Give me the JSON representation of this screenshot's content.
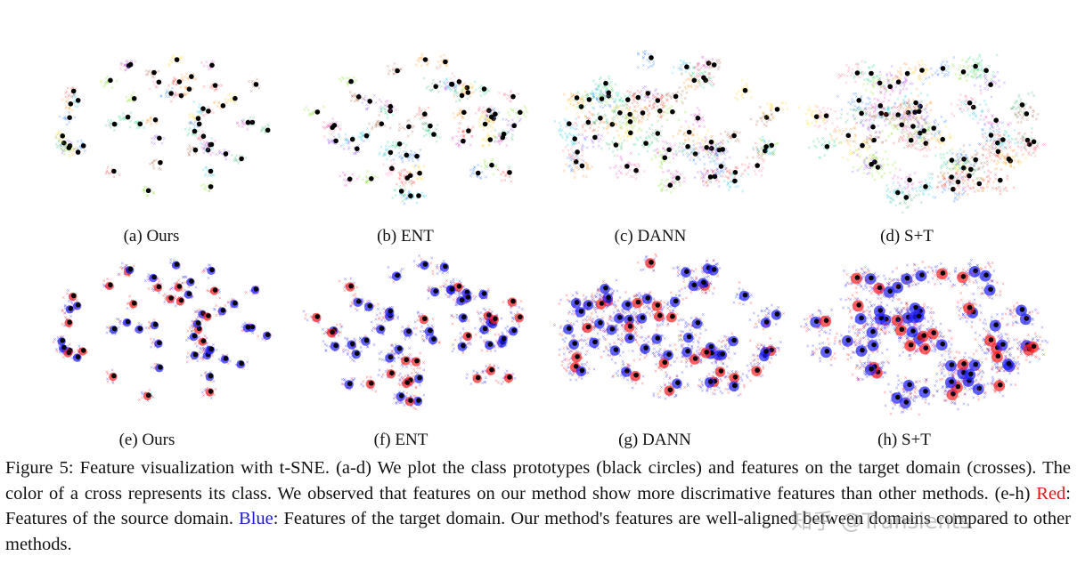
{
  "figure": {
    "panels": [
      {
        "label": "(a) Ours",
        "mode": "class",
        "spread": 0.35,
        "clusters": 52
      },
      {
        "label": "(b) ENT",
        "mode": "class",
        "spread": 0.55,
        "clusters": 58
      },
      {
        "label": "(c) DANN",
        "mode": "class",
        "spread": 0.9,
        "clusters": 66
      },
      {
        "label": "(d) S+T",
        "mode": "class",
        "spread": 1.2,
        "clusters": 70
      },
      {
        "label": "(e) Ours",
        "mode": "domain",
        "spread": 0.35,
        "clusters": 52
      },
      {
        "label": "(f) ENT",
        "mode": "domain",
        "spread": 0.6,
        "clusters": 58
      },
      {
        "label": "(g) DANN",
        "mode": "domain",
        "spread": 0.9,
        "clusters": 66
      },
      {
        "label": "(h) S+T",
        "mode": "domain",
        "spread": 1.2,
        "clusters": 70
      }
    ],
    "colors": {
      "prototype": "#000000",
      "source": "#ff2020",
      "target": "#2020ff",
      "class_palette": [
        "#ff3030",
        "#ff8c1a",
        "#ffd21a",
        "#7ee01a",
        "#1ad67e",
        "#1ac8e0",
        "#1a6eff",
        "#8a3cff",
        "#e03cc8",
        "#ff6f91",
        "#a0522d",
        "#3cb371"
      ]
    },
    "caption": {
      "lead": "Figure 5: Feature visualization with t-SNE. (a-d) We plot the class prototypes (black circles) and features on the target domain (crosses). The color of a cross represents its class. We observed that features on our method show more discrimative features than other methods. (e-h) ",
      "red_word": "Red",
      "middle": ": Features of the source domain. ",
      "blue_word": "Blue",
      "tail": ": Features of the target domain. Our method's features are well-aligned between domains compared to other methods."
    },
    "watermark": "知乎 @Transients"
  }
}
